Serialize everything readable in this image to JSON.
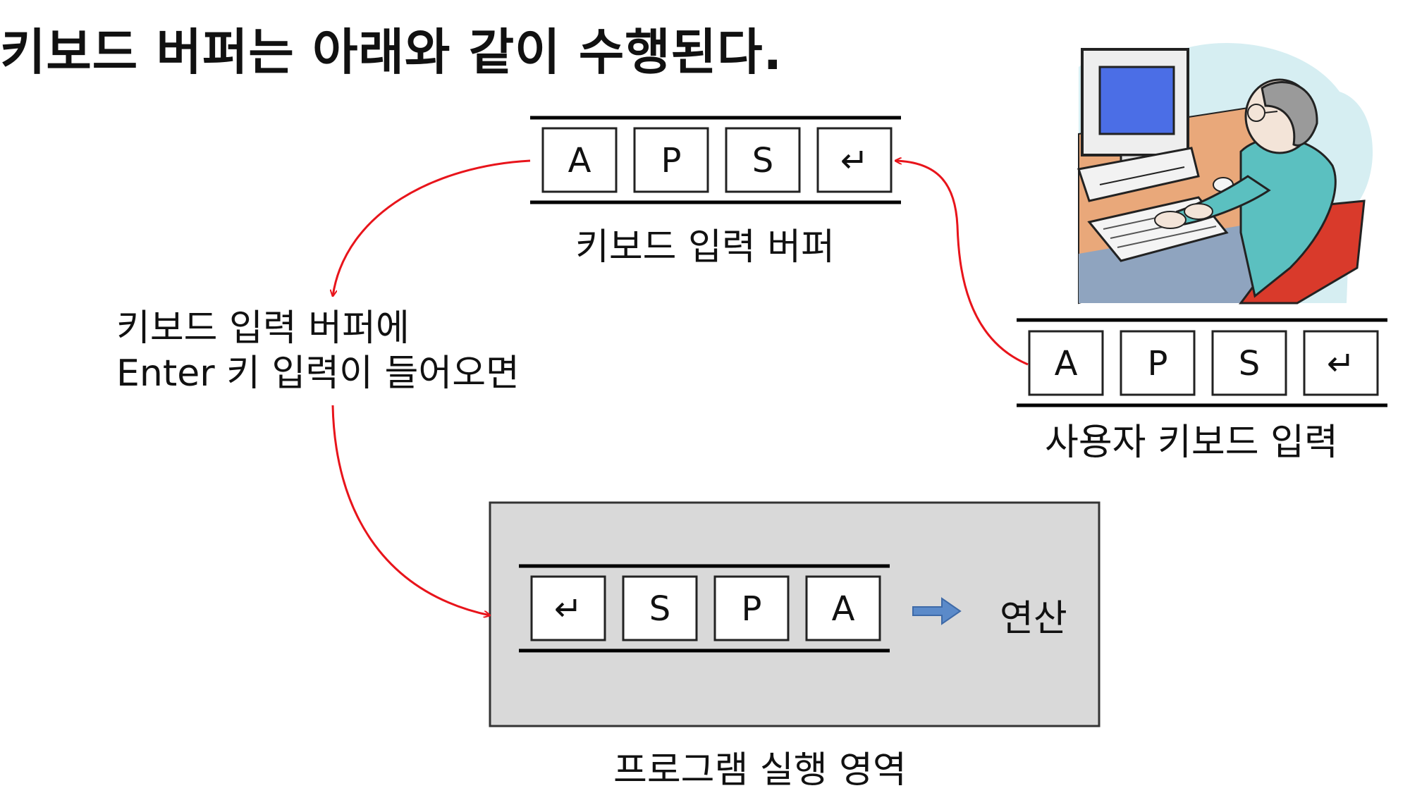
{
  "title": "키보드 버퍼는 아래와 같이 수행된다.",
  "keys": {
    "buffer": [
      "A",
      "P",
      "S",
      "↵"
    ],
    "user_input": [
      "A",
      "P",
      "S",
      "↵"
    ],
    "program": [
      "↵",
      "S",
      "P",
      "A"
    ]
  },
  "labels": {
    "buffer": "키보드 입력 버퍼",
    "user_input": "사용자 키보드 입력",
    "condition_line1": "키보드 입력 버퍼에",
    "condition_line2": "Enter 키 입력이 들어오면",
    "program_area": "프로그램 실행 영역",
    "operation": "연산"
  },
  "colors": {
    "arrow_red": "#e8141b",
    "program_box_fill": "#d9d9d9",
    "operation_arrow": "#5b8ac9"
  },
  "icons": {
    "user_clipart": "person-at-computer-icon",
    "operation_arrow": "right-arrow-icon"
  }
}
